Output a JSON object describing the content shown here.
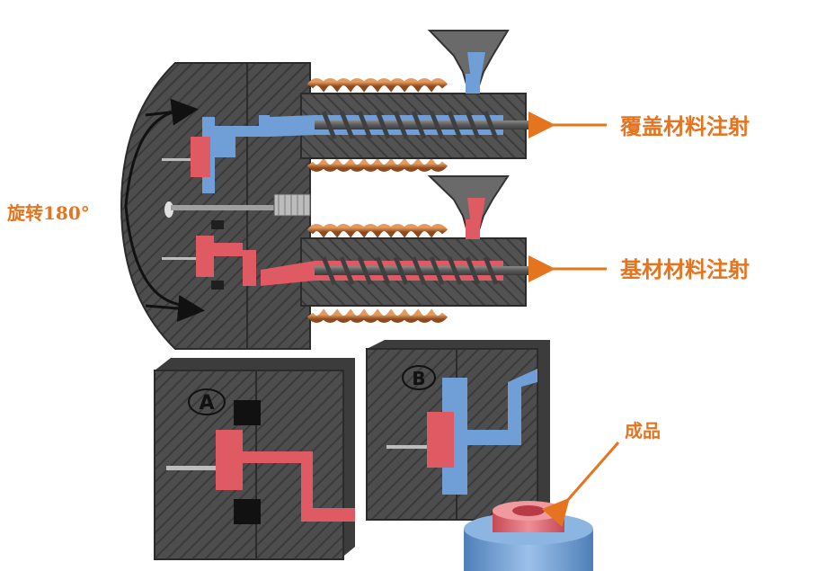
{
  "labels": {
    "overmold_injection": "覆盖材料注射",
    "substrate_injection": "基材材料注射",
    "rotate": "旋转180°",
    "product": "成品",
    "cavity_a": "A",
    "cavity_b": "B"
  },
  "colors": {
    "annotation": "#e6731e",
    "overmold_material": "#6f9fd6",
    "substrate_material": "#e05a63",
    "mold_steel": "#4a4a4a",
    "heater_coil": "#c8743a"
  }
}
